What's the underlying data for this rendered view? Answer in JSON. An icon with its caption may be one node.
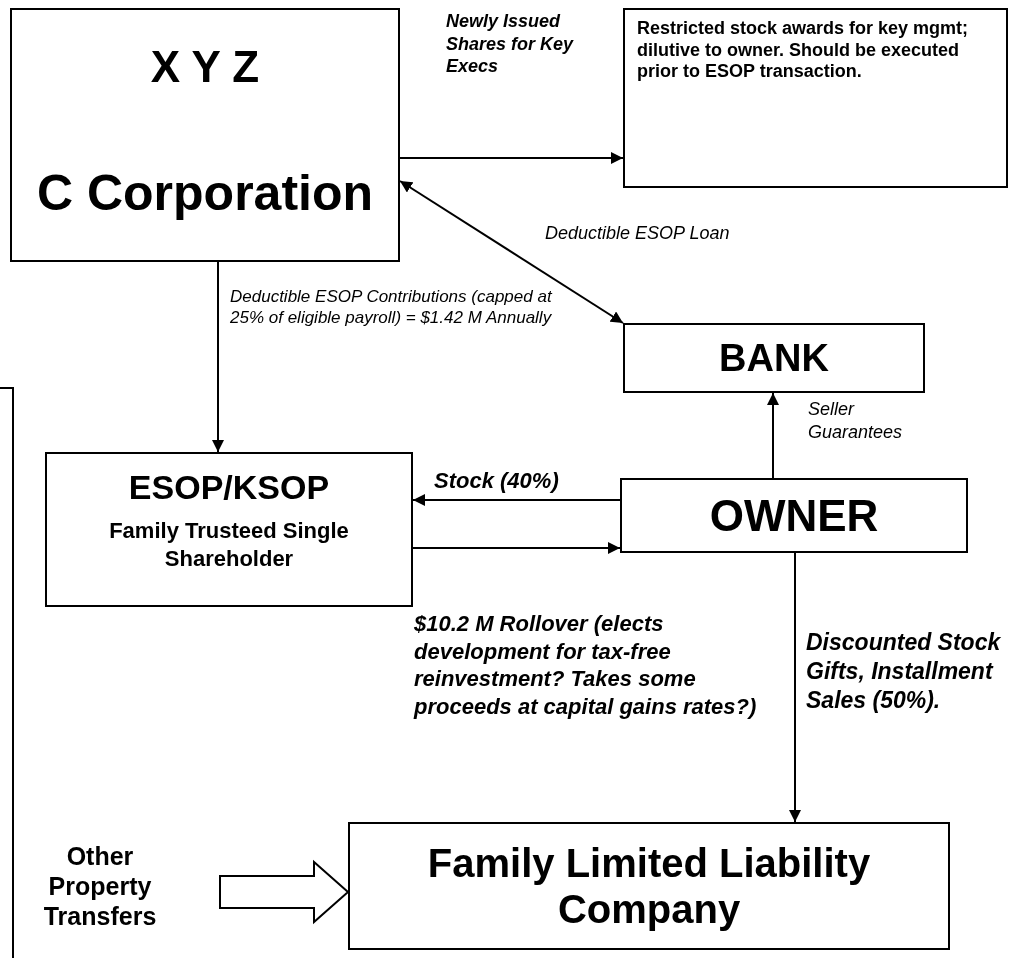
{
  "diagram": {
    "nodes": [
      {
        "text": [
          "X Y Z",
          "C Corporation"
        ]
      },
      {
        "text": [
          "Restricted stock awards for key mgmt;  dilutive to owner. Should be executed prior to ESOP transaction."
        ]
      },
      {
        "text": [
          "BANK"
        ]
      },
      {
        "text": [
          "ESOP/KSOP",
          "Family Trusteed Single Shareholder"
        ]
      },
      {
        "text": [
          "OWNER"
        ]
      },
      {
        "text": [
          "Family Limited Liability Company"
        ]
      },
      {
        "text": [
          "Other Property Transfers"
        ]
      }
    ],
    "edges": [
      {
        "from": 0,
        "to": 1,
        "arrow": "to",
        "label": "Newly Issued Shares for Key Execs"
      },
      {
        "from": 0,
        "to": 2,
        "arrow": "both",
        "label": "Deductible ESOP Loan"
      },
      {
        "from": 0,
        "to": 3,
        "arrow": "to",
        "label": "Deductible ESOP Contributions  (capped at 25% of eligible payroll) = $1.42 M Annually"
      },
      {
        "from": 4,
        "to": 2,
        "arrow": "to",
        "label": "Seller Guarantees"
      },
      {
        "from": 4,
        "to": 3,
        "arrow": "to",
        "label": "Stock (40%)"
      },
      {
        "from": 3,
        "to": 4,
        "arrow": "to",
        "label": "$10.2 M Rollover (elects development for tax-free reinvestment? Takes some proceeds at capital gains rates?)"
      },
      {
        "from": 4,
        "to": 5,
        "arrow": "to",
        "label": "Discounted Stock Gifts, Installment Sales (50%)."
      },
      {
        "from": 6,
        "to": 5,
        "arrow": "to",
        "style": "thick"
      }
    ]
  }
}
